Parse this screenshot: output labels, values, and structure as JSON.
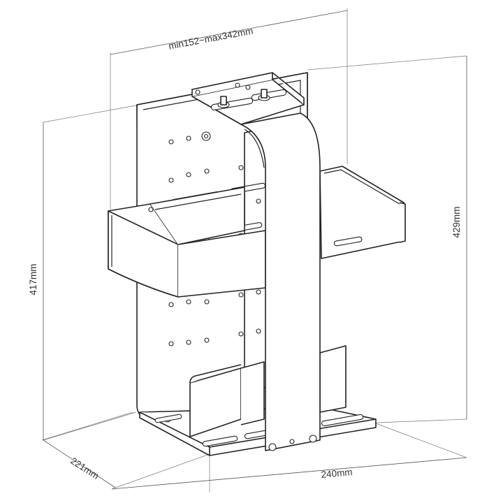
{
  "dimensions": {
    "width_adjustable": "min152~max342mm",
    "height_left": "417mm",
    "height_right": "429mm",
    "depth": "221mm",
    "width_base": "240mm"
  },
  "colors": {
    "line": "#222222",
    "dimension": "#555555",
    "text": "#333333",
    "background": "#ffffff"
  }
}
